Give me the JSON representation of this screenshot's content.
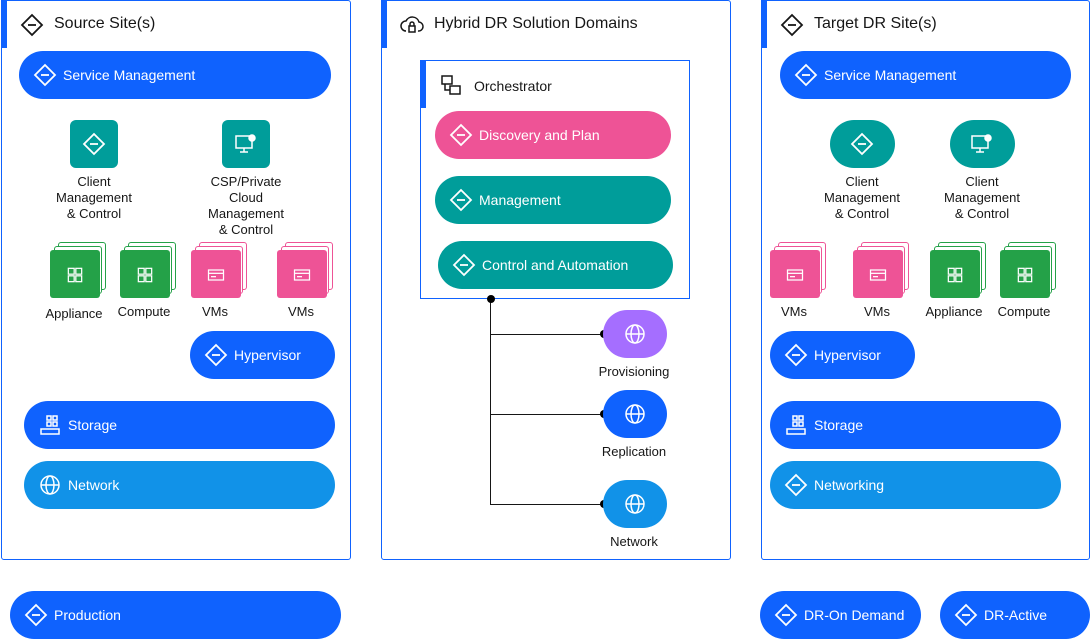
{
  "panels": {
    "source": {
      "title": "Source Site(s)",
      "service_management": "Service Management",
      "client_mgmt": [
        "Client",
        "Management",
        "& Control"
      ],
      "csp_mgmt": [
        "CSP/Private",
        "Cloud",
        "Management",
        "& Control"
      ],
      "appliance": "Appliance",
      "compute": "Compute",
      "vms1": "VMs",
      "vms2": "VMs",
      "hypervisor": "Hypervisor",
      "storage": "Storage",
      "network": "Network"
    },
    "hybrid": {
      "title": "Hybrid DR Solution Domains",
      "orchestrator": "Orchestrator",
      "discovery": "Discovery and Plan",
      "management": "Management",
      "control": "Control and Automation",
      "provisioning": "Provisioning",
      "replication": "Replication",
      "network": "Network"
    },
    "target": {
      "title": "Target DR Site(s)",
      "service_management": "Service Management",
      "client_mgmt1": [
        "Client",
        "Management",
        "& Control"
      ],
      "client_mgmt2": [
        "Client",
        "Management",
        "& Control"
      ],
      "vms1": "VMs",
      "vms2": "VMs",
      "appliance": "Appliance",
      "compute": "Compute",
      "hypervisor": "Hypervisor",
      "storage": "Storage",
      "networking": "Networking"
    }
  },
  "bottom": {
    "production": "Production",
    "dr_on_demand": "DR-On Demand",
    "dr_active": "DR-Active"
  },
  "colors": {
    "blue": "#0f62fe",
    "cyan": "#1192e8",
    "pink": "#ee5396",
    "teal": "#009d9a",
    "green": "#24a148",
    "purple": "#a56eff"
  },
  "icons": [
    "diamond-minus-icon",
    "cloud-lock-icon",
    "orchestrator-icon",
    "monitor-gear-icon",
    "grid-icon",
    "card-icon",
    "globe-icon",
    "storage-icon",
    "network-globe-icon"
  ]
}
